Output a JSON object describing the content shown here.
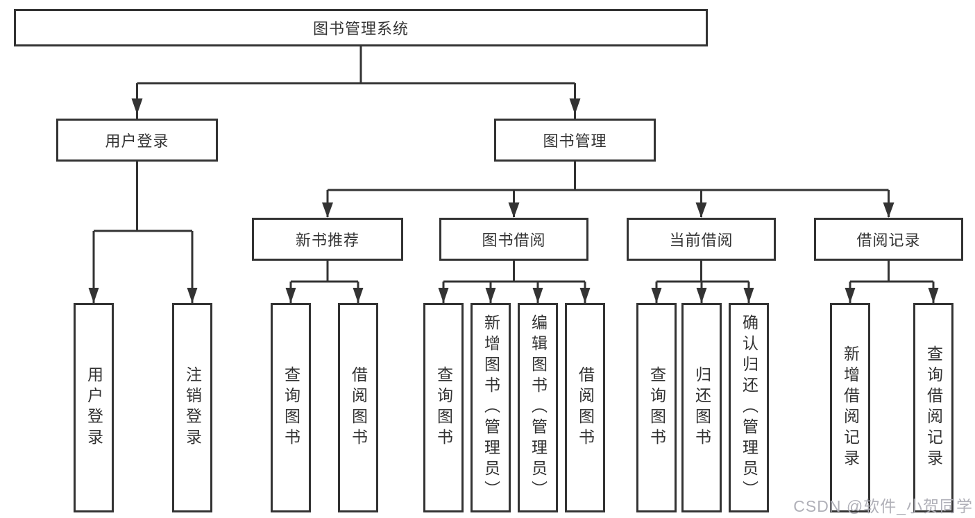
{
  "tree": {
    "root": "图书管理系统",
    "branches": [
      {
        "label": "用户登录",
        "leaves": [
          "用户登录",
          "注销登录"
        ]
      },
      {
        "label": "图书管理",
        "groups": [
          {
            "label": "新书推荐",
            "leaves": [
              "查询图书",
              "借阅图书"
            ]
          },
          {
            "label": "图书借阅",
            "leaves": [
              "查询图书",
              "新增图书（管理员）",
              "编辑图书（管理员）",
              "借阅图书"
            ]
          },
          {
            "label": "当前借阅",
            "leaves": [
              "查询图书",
              "归还图书",
              "确认归还（管理员）"
            ]
          },
          {
            "label": "借阅记录",
            "leaves": [
              "新增借阅记录",
              "查询借阅记录"
            ]
          }
        ]
      }
    ]
  },
  "watermark": "CSDN @软件_小贺同学",
  "colors": {
    "line": "#333333",
    "text": "#333333",
    "watermark": "#acacb4",
    "background": "#ffffff"
  }
}
